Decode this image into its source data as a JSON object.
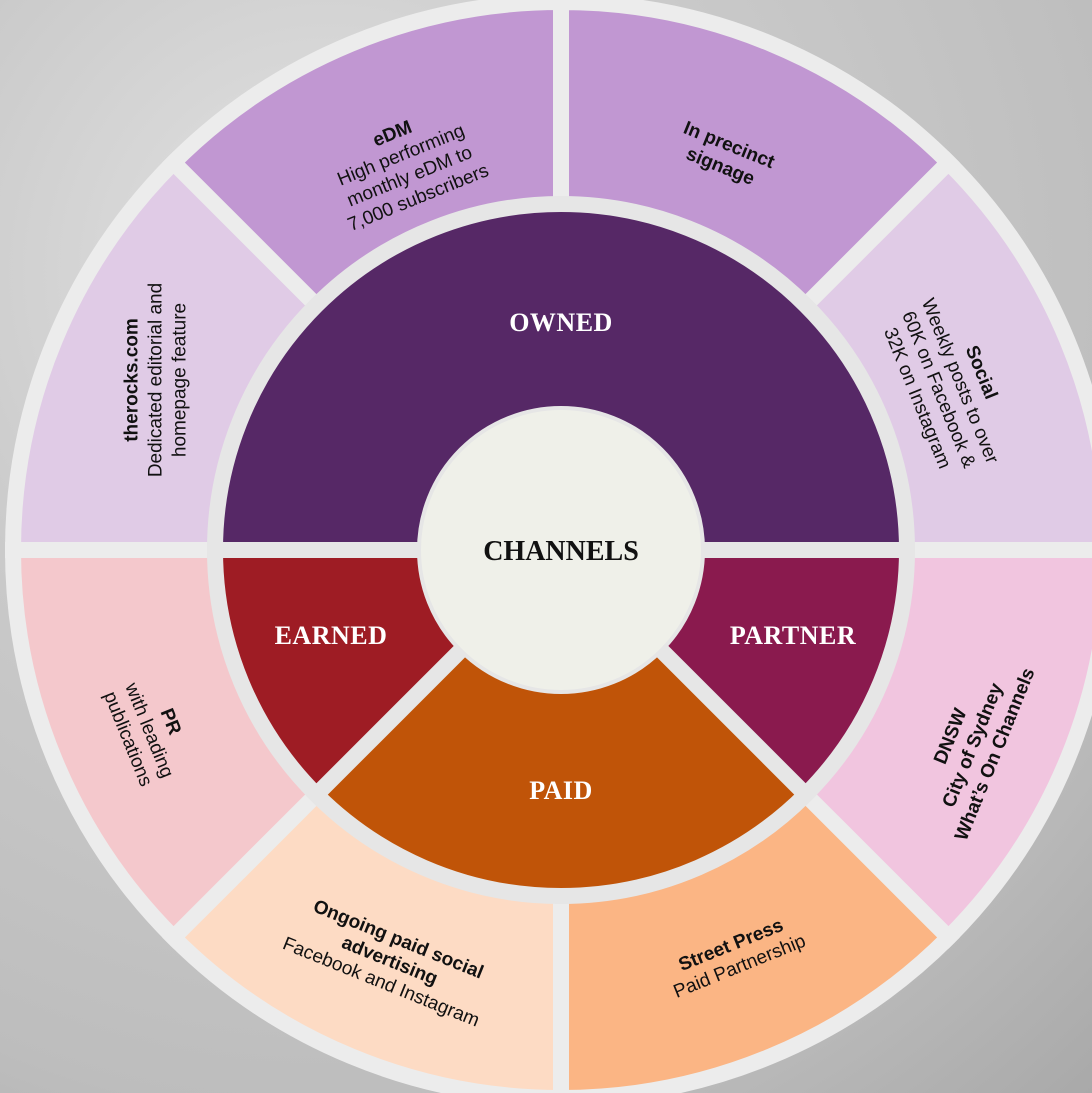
{
  "center": {
    "label": "CHANNELS"
  },
  "categories": {
    "owned": {
      "label": "OWNED",
      "color": "#562866"
    },
    "earned": {
      "label": "EARNED",
      "color": "#9e1c24"
    },
    "partner": {
      "label": "PARTNER",
      "color": "#8a1a4e"
    },
    "paid": {
      "label": "PAID",
      "color": "#c05408"
    }
  },
  "segments": [
    {
      "id": "therocks",
      "color": "#e0cbe6",
      "lines": [
        {
          "text": "therocks.com",
          "bold": true
        },
        {
          "text": "Dedicated editorial and",
          "bold": false
        },
        {
          "text": "homepage feature",
          "bold": false
        }
      ]
    },
    {
      "id": "edm",
      "color": "#c197d2",
      "lines": [
        {
          "text": "eDM",
          "bold": true
        },
        {
          "text": "High performing",
          "bold": false
        },
        {
          "text": "monthly eDM to",
          "bold": false
        },
        {
          "text": "7,000 subscribers",
          "bold": false
        }
      ]
    },
    {
      "id": "signage",
      "color": "#c197d2",
      "lines": [
        {
          "text": "In precinct",
          "bold": true
        },
        {
          "text": "signage",
          "bold": true
        }
      ]
    },
    {
      "id": "social",
      "color": "#e0cbe6",
      "lines": [
        {
          "text": "Social",
          "bold": true
        },
        {
          "text": "Weekly posts to over",
          "bold": false
        },
        {
          "text": "60K on Facebook &",
          "bold": false
        },
        {
          "text": "32K on Instagram",
          "bold": false
        }
      ]
    },
    {
      "id": "dnsw",
      "color": "#f1c5df",
      "lines": [
        {
          "text": "DNSW",
          "bold": true
        },
        {
          "text": "City of Sydney",
          "bold": true
        },
        {
          "text": "What’s On Channels",
          "bold": true
        }
      ]
    },
    {
      "id": "streetpress",
      "color": "#fbb584",
      "lines": [
        {
          "text": "Street Press",
          "bold": true
        },
        {
          "text": "Paid Partnership",
          "bold": false
        }
      ]
    },
    {
      "id": "ongoing",
      "color": "#fddbc4",
      "lines": [
        {
          "text": "Ongoing paid social",
          "bold": true
        },
        {
          "text": "advertising",
          "bold": true
        },
        {
          "text": "Facebook and Instagram",
          "bold": false
        }
      ]
    },
    {
      "id": "pr",
      "color": "#f4c8cc",
      "lines": [
        {
          "text": "PR",
          "bold": true
        },
        {
          "text": "with leading",
          "bold": false
        },
        {
          "text": "publications",
          "bold": false
        }
      ]
    }
  ]
}
